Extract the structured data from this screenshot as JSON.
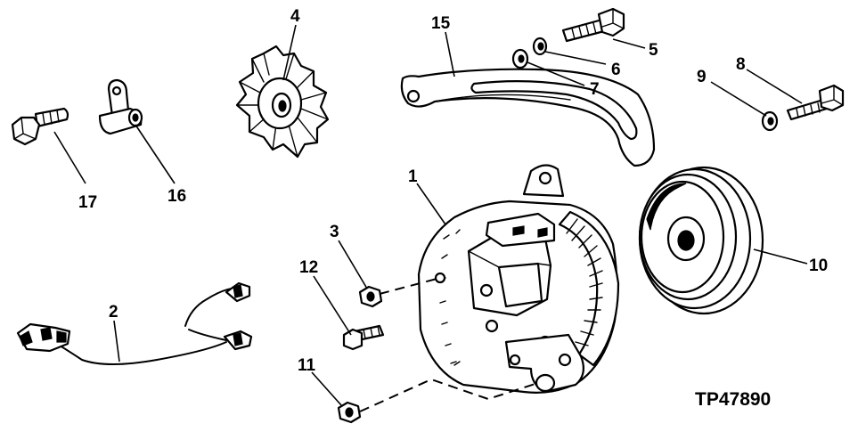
{
  "figure": {
    "reference_code": "TP47890"
  },
  "callouts": [
    {
      "id": "c1",
      "text": "1"
    },
    {
      "id": "c2",
      "text": "2"
    },
    {
      "id": "c3",
      "text": "3"
    },
    {
      "id": "c4",
      "text": "4"
    },
    {
      "id": "c5",
      "text": "5"
    },
    {
      "id": "c6",
      "text": "6"
    },
    {
      "id": "c7",
      "text": "7"
    },
    {
      "id": "c8",
      "text": "8"
    },
    {
      "id": "c9",
      "text": "9"
    },
    {
      "id": "c10",
      "text": "10"
    },
    {
      "id": "c11",
      "text": "11"
    },
    {
      "id": "c12",
      "text": "12"
    },
    {
      "id": "c15",
      "text": "15"
    },
    {
      "id": "c16",
      "text": "16"
    },
    {
      "id": "c17",
      "text": "17"
    }
  ]
}
